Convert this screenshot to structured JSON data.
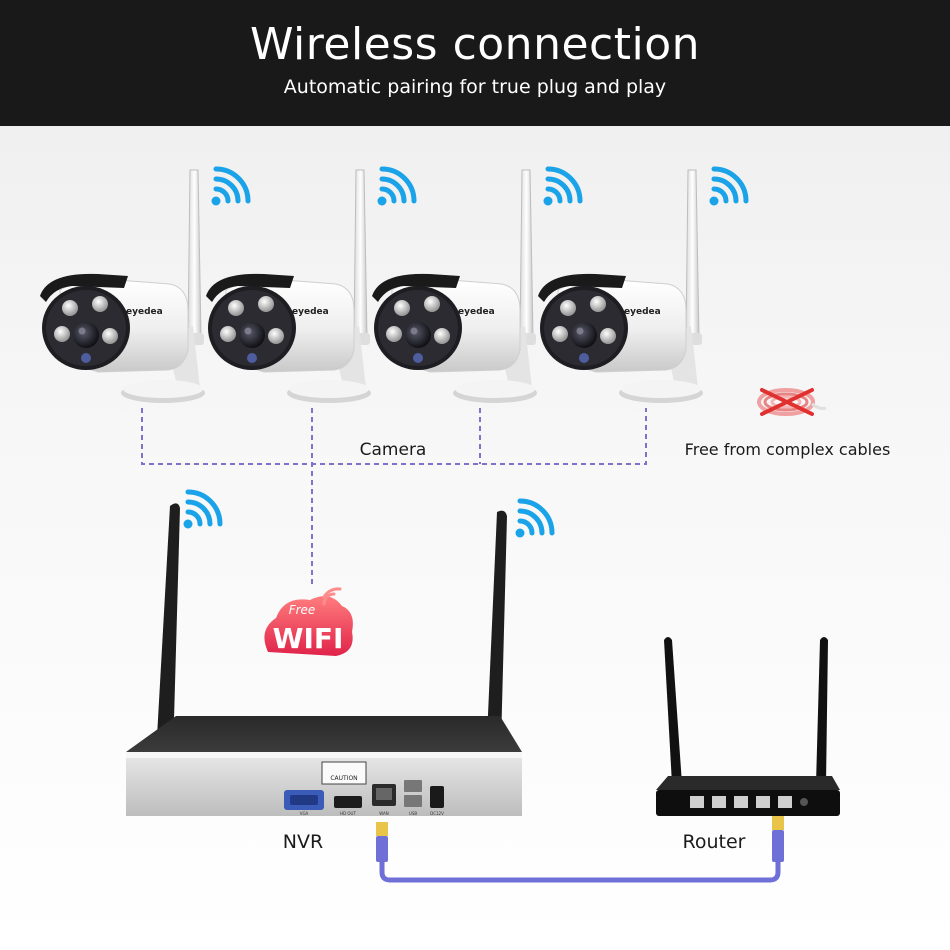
{
  "header": {
    "title": "Wireless connection",
    "subtitle": "Automatic pairing for true plug and play"
  },
  "cameras": {
    "label": "Camera",
    "brand": "eyedea",
    "count": 4
  },
  "cables": {
    "label": "Free from complex cables"
  },
  "wifi_badge": {
    "free": "Free",
    "wifi": "WIFI"
  },
  "nvr": {
    "label": "NVR",
    "caution": "CAUTION",
    "port_labels": [
      "VGA",
      "HD OUT",
      "WAN",
      "USB",
      "DC12V"
    ]
  },
  "router": {
    "label": "Router"
  },
  "colors": {
    "header_bg": "#191919",
    "wifi_signal": "#1aa3e8",
    "dashed_line": "#7f73c9",
    "cable": "#6f6fd8",
    "badge": "#e8435a"
  },
  "icons": [
    "wifi-signal-icon"
  ]
}
